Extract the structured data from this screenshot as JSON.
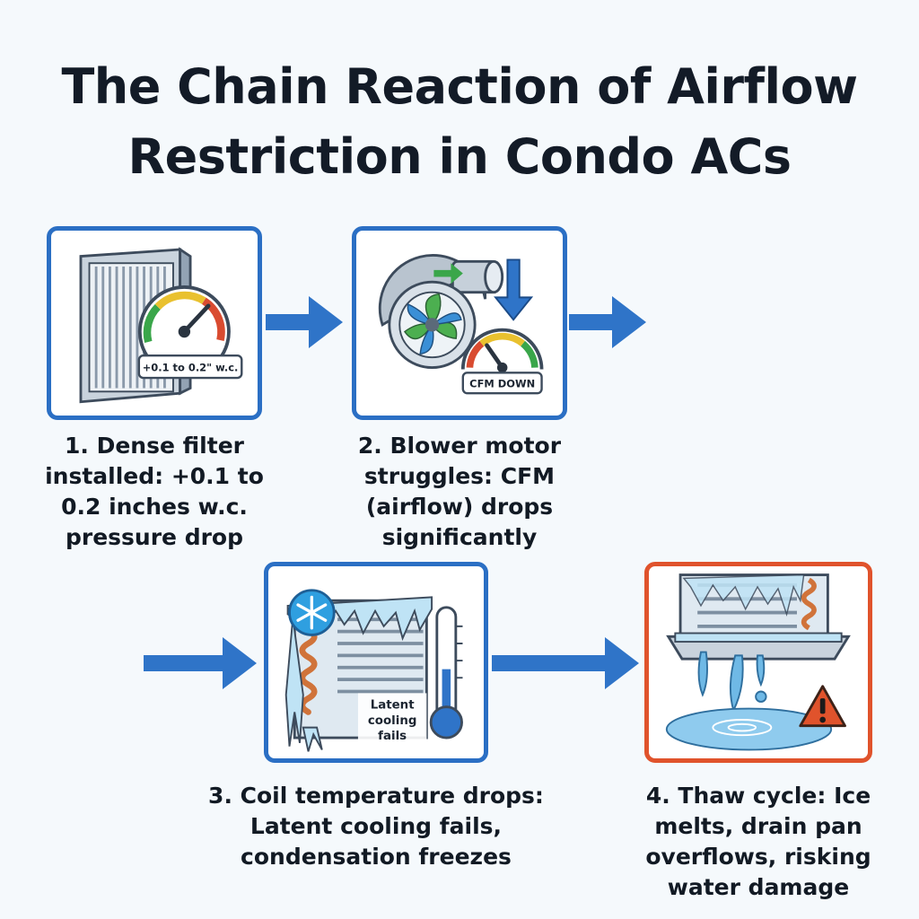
{
  "title": {
    "line1": "The Chain Reaction of Airflow",
    "line2": "Restriction in Condo ACs"
  },
  "steps": [
    {
      "caption_lines": [
        "1. Dense filter",
        "installed: +0.1 to",
        "0.2 inches w.c.",
        "pressure drop"
      ],
      "gauge_label": "+0.1 to 0.2\" w.c."
    },
    {
      "caption_lines": [
        "2. Blower motor",
        "struggles: CFM",
        "(airflow) drops",
        "significantly"
      ],
      "gauge_label": "CFM DOWN"
    },
    {
      "caption_lines": [
        "3. Coil temperature drops:",
        "Latent cooling fails,",
        "condensation freezes"
      ],
      "label_lines": [
        "Latent",
        "cooling",
        "fails"
      ]
    },
    {
      "caption_lines": [
        "4. Thaw cycle: Ice",
        "melts, drain pan",
        "overflows, risking",
        "water damage"
      ]
    }
  ],
  "colors": {
    "panel_border": "#2b6fc4",
    "warning_border": "#e0532c",
    "arrow": "#2f74c8",
    "ice": "#bfe3f5",
    "water": "#6fb9e6"
  }
}
